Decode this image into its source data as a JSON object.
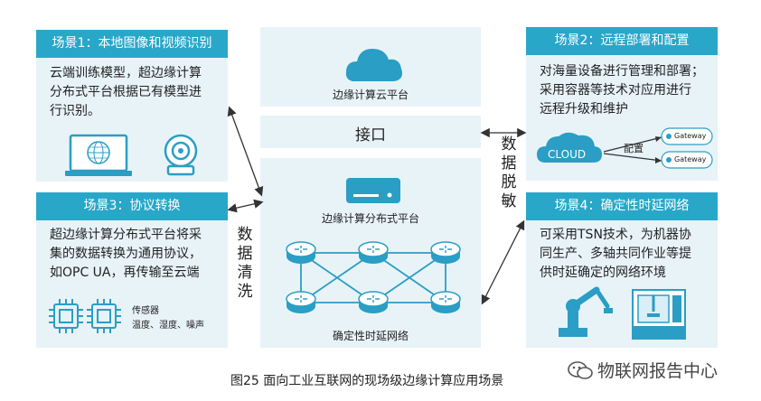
{
  "scenarios": {
    "s1": {
      "title": "场景1：本地图像和视频识别",
      "text": [
        "云端训练模型，超边缘计算",
        "分布式平台根据已有模型进",
        "行识别。"
      ]
    },
    "s2": {
      "title": "场景2：远程部署和配置",
      "text": [
        "对海量设备进行管理和部署；",
        "采用容器等技术对应用进行",
        "远程升级和维护"
      ]
    },
    "s3": {
      "title": "场景3：协议转换",
      "text": [
        "超边缘计算分布式平台将采",
        "集的数据转换为通用协议，",
        "如OPC UA，再传输至云端"
      ]
    },
    "s4": {
      "title": "场景4：确定性时延网络",
      "text": [
        "可采用TSN技术，为机器协",
        "同生产、多轴共同作业等提",
        "供时延确定的网络环境"
      ]
    }
  },
  "center": {
    "cloud_platform": "边缘计算云平台",
    "interface": "接口",
    "edge_platform": "边缘计算分布式平台",
    "network": "确定性时延网络"
  },
  "side_labels": {
    "left": [
      "数",
      "据",
      "清",
      "洗"
    ],
    "right": [
      "数",
      "据",
      "脱",
      "敏"
    ]
  },
  "s2_diagram": {
    "cloud": "CLOUD",
    "config": "配置",
    "gateway1": "Gateway",
    "gateway2": "Gateway"
  },
  "s3_sensor": {
    "name": "传感器",
    "types": "温度、湿度、噪声"
  },
  "caption": "图25  面向工业互联网的现场级边缘计算应用场景",
  "watermark": "物联网报告中心",
  "colors": {
    "header": "#29a7c9",
    "panel": "#e8f3f8",
    "accent": "#2a9ec4"
  }
}
